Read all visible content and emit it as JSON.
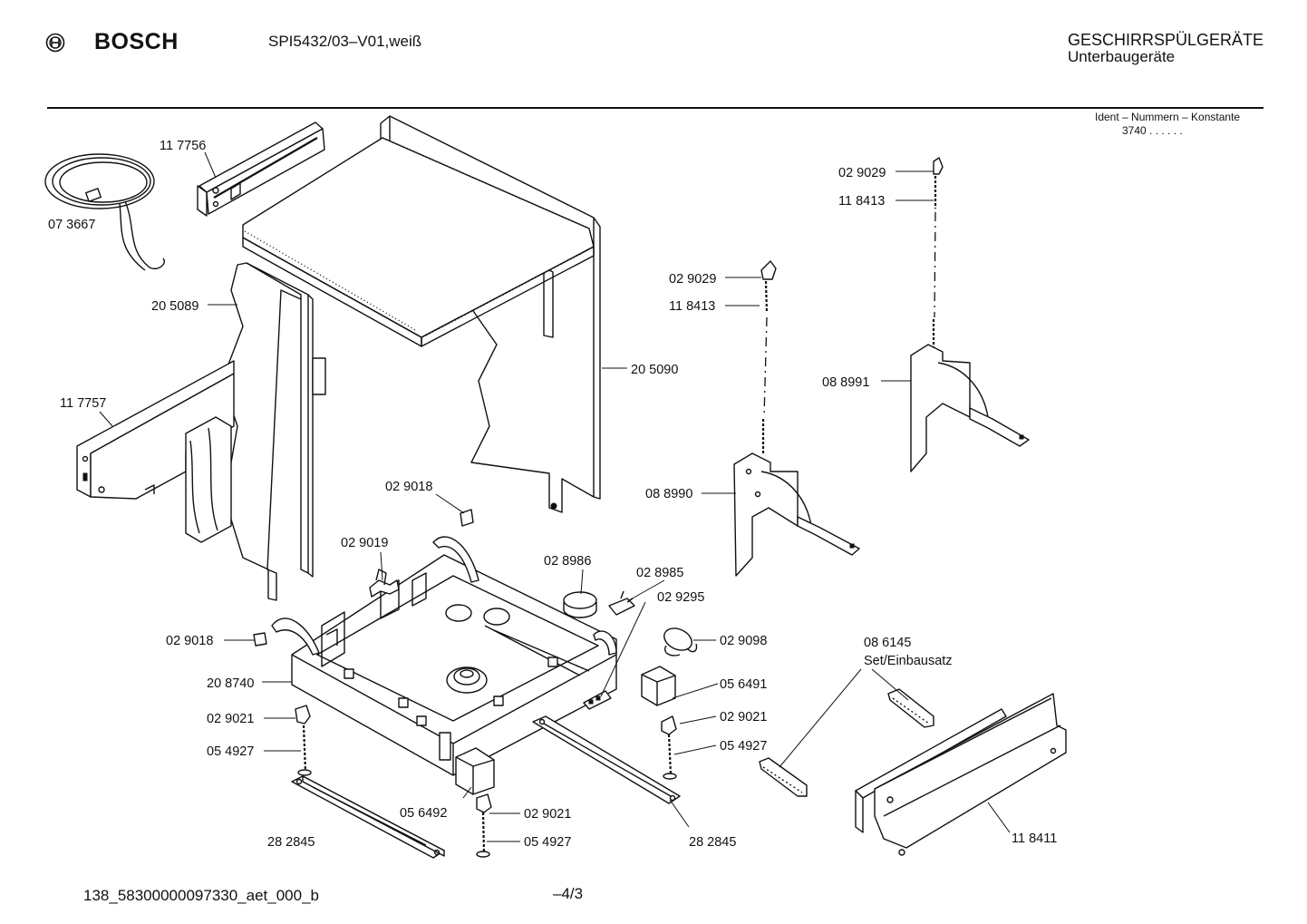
{
  "header": {
    "brand": "BOSCH",
    "model": "SPI5432/03–V01,weiß",
    "category": "GESCHIRRSPÜLGERÄTE",
    "subcategory": "Unterbaugeräte",
    "ident_label": "Ident – Nummern – Konstante",
    "ident_value": "3740  .  .     .  .  .  ."
  },
  "parts": [
    {
      "id": "p0",
      "label": "11 7756"
    },
    {
      "id": "p1",
      "label": "07 3667"
    },
    {
      "id": "p2",
      "label": "20 5089"
    },
    {
      "id": "p3",
      "label": "11 7757"
    },
    {
      "id": "p4",
      "label": "20 5090"
    },
    {
      "id": "p5",
      "label": "02 9018"
    },
    {
      "id": "p6",
      "label": "02 9019"
    },
    {
      "id": "p7",
      "label": "02 8986"
    },
    {
      "id": "p8",
      "label": "02 8985"
    },
    {
      "id": "p9",
      "label": "02 9295"
    },
    {
      "id": "p10",
      "label": "02 9018"
    },
    {
      "id": "p11",
      "label": "20 8740"
    },
    {
      "id": "p12",
      "label": "02 9098"
    },
    {
      "id": "p13",
      "label": "05 6491"
    },
    {
      "id": "p14",
      "label": "02 9021"
    },
    {
      "id": "p15",
      "label": "05 4927"
    },
    {
      "id": "p16",
      "label": "02 9021"
    },
    {
      "id": "p17",
      "label": "05 4927"
    },
    {
      "id": "p18",
      "label": "05 6492"
    },
    {
      "id": "p19",
      "label": "02 9021"
    },
    {
      "id": "p20",
      "label": "05 4927"
    },
    {
      "id": "p21",
      "label": "28 2845"
    },
    {
      "id": "p22",
      "label": "28 2845"
    },
    {
      "id": "p23",
      "label": "02 9029"
    },
    {
      "id": "p24",
      "label": "11 8413"
    },
    {
      "id": "p25",
      "label": "08 8990"
    },
    {
      "id": "p26",
      "label": "02 9029"
    },
    {
      "id": "p27",
      "label": "11 8413"
    },
    {
      "id": "p28",
      "label": "08 8991"
    },
    {
      "id": "p29",
      "label": "08 6145"
    },
    {
      "id": "p30",
      "label": "Set/Einbausatz"
    },
    {
      "id": "p31",
      "label": "11 8411"
    }
  ],
  "footer": {
    "doc_id": "138_58300000097330_aet_000_b",
    "page": "–4/3"
  }
}
